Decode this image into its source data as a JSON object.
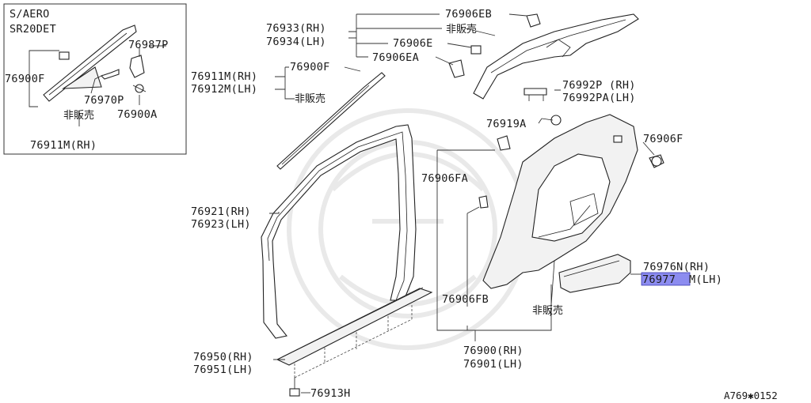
{
  "inset": {
    "variant_line1": "S/AERO",
    "variant_line2": "SR20DET",
    "part_76987P": "76987P",
    "part_76900F": "76900F",
    "part_76970P": "76970P",
    "not_for_sale": "非販売",
    "part_76900A": "76900A",
    "part_76911M_rh": "76911M(RH)"
  },
  "callouts": {
    "part_76906EB": "76906EB",
    "part_76933_rh": "76933(RH)",
    "part_76934_lh": "76934(LH)",
    "not_for_sale_top": "非販売",
    "part_76906E": "76906E",
    "part_76906EA": "76906EA",
    "part_76900F": "76900F",
    "part_76911M_rh": "76911M(RH)",
    "part_76912M_lh": "76912M(LH)",
    "not_for_sale_mid": "非販売",
    "part_76992P_rh": "76992P (RH)",
    "part_76992PA_lh": "76992PA(LH)",
    "part_76919A": "76919A",
    "part_76906F": "76906F",
    "part_76906FA": "76906FA",
    "part_76921_rh": "76921(RH)",
    "part_76923_lh": "76923(LH)",
    "part_76976N_rh": "76976N(RH)",
    "part_76977M_prefix": "76977",
    "part_76977M_suffix": "M(LH)",
    "part_76906FB": "76906FB",
    "not_for_sale_bottom": "非販売",
    "part_76950_rh": "76950(RH)",
    "part_76951_lh": "76951(LH)",
    "part_76900_rh": "76900(RH)",
    "part_76901_lh": "76901(LH)",
    "part_76913H": "76913H"
  },
  "highlight_color": "#8c8cf0",
  "footer_code": "A769✱0152"
}
